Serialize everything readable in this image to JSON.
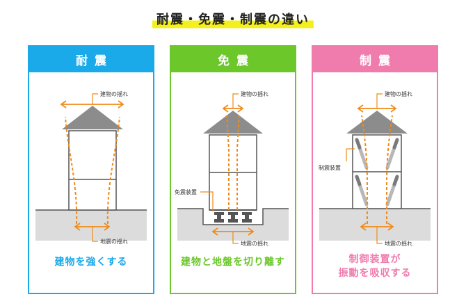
{
  "title": "耐震・免震・制震の違い",
  "colors": {
    "cyan": "#1aa9e9",
    "green": "#6bc72a",
    "pink": "#f07cae",
    "orange": "#f08a18",
    "roof": "#8c8c8c",
    "ground": "#dcdcdc",
    "wall": "#555555"
  },
  "panels": [
    {
      "key": "taishin",
      "header": "耐震",
      "top_label": "建物の揺れ",
      "bottom_label": "地震の揺れ",
      "footer_lines": [
        "建物を強くする"
      ]
    },
    {
      "key": "menshin",
      "header": "免震",
      "top_label": "建物の揺れ",
      "bottom_label": "地震の揺れ",
      "device_label": "免震装置",
      "footer_lines": [
        "建物と地盤を切り離す"
      ]
    },
    {
      "key": "seishin",
      "header": "制震",
      "top_label": "建物の揺れ",
      "bottom_label": "地震の揺れ",
      "device_label": "制震装置",
      "footer_lines": [
        "制御装置が",
        "振動を吸収する"
      ]
    }
  ]
}
